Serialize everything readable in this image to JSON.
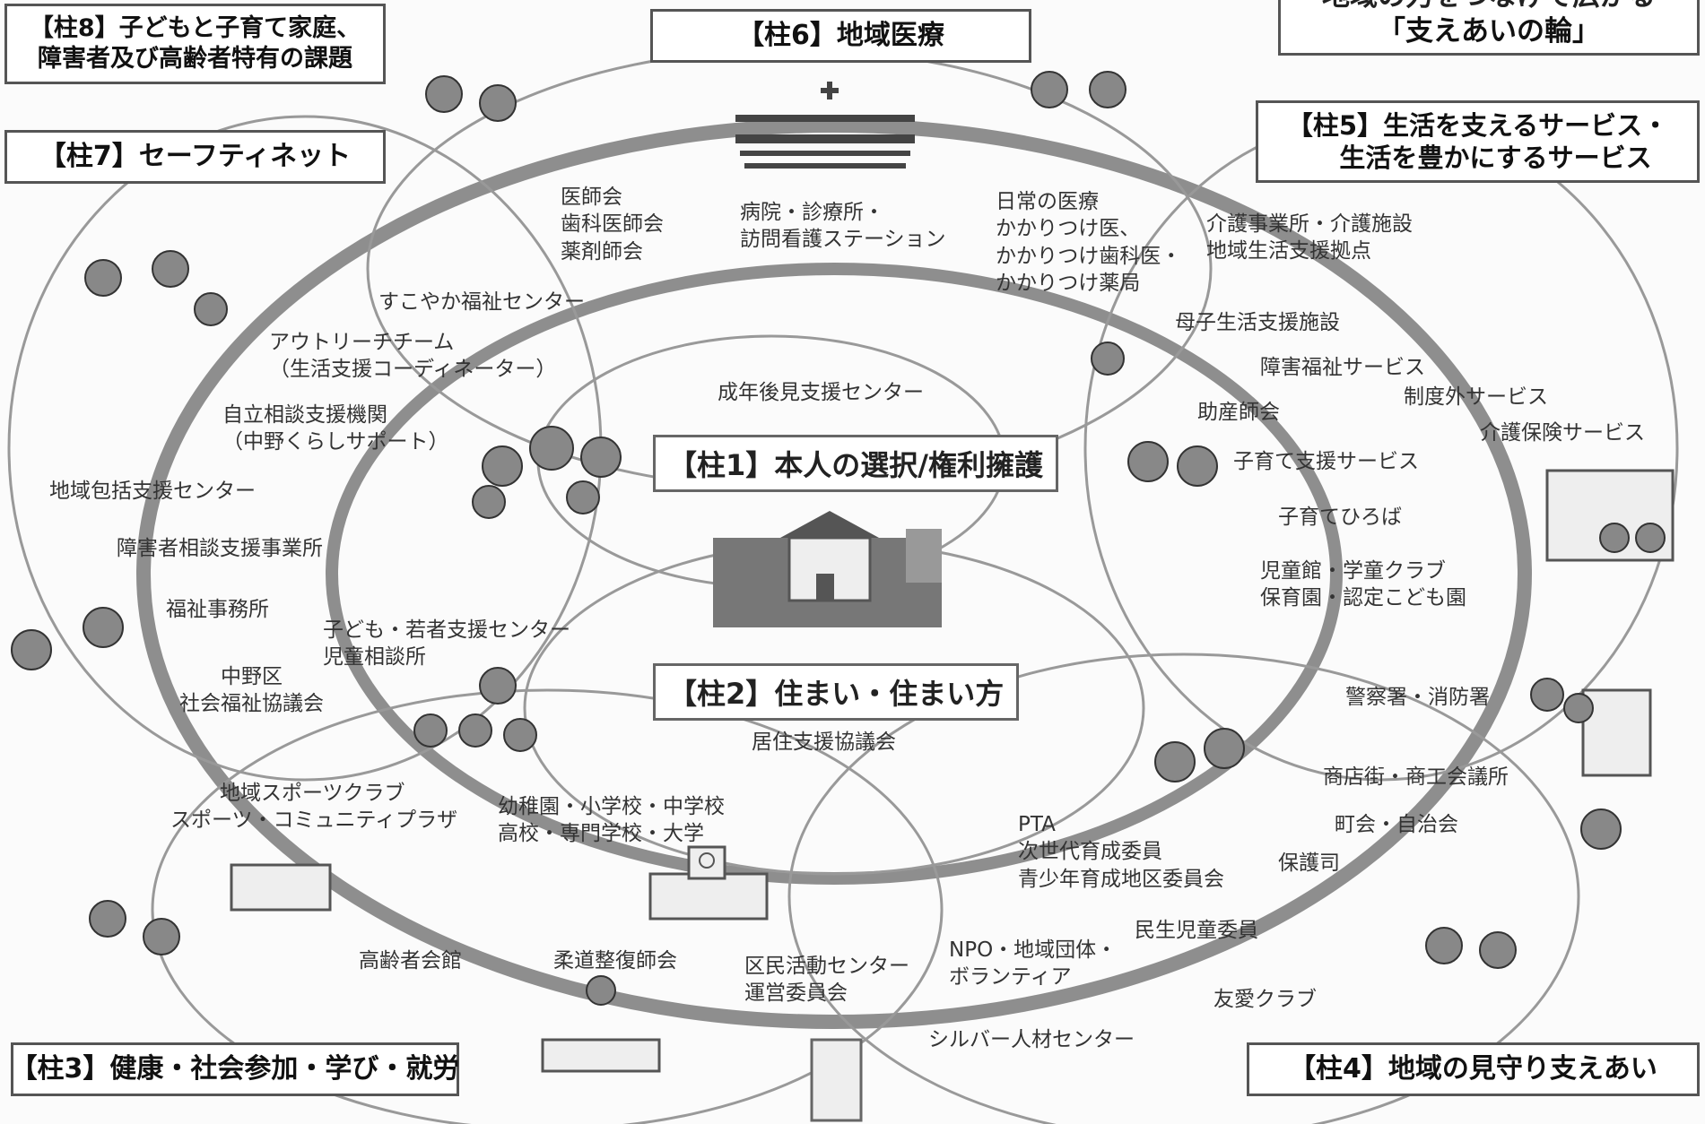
{
  "slogan": {
    "line1": "地域の力をつなげて広がる",
    "line2": "「支えあいの輪」"
  },
  "pillars": [
    {
      "id": "p8",
      "lines": [
        "【柱8】子どもと子育て家庭、",
        "障害者及び高齢者特有の課題"
      ]
    },
    {
      "id": "p6",
      "lines": [
        "【柱6】地域医療"
      ]
    },
    {
      "id": "p7",
      "lines": [
        "【柱7】セーフティネット"
      ]
    },
    {
      "id": "p5",
      "lines": [
        "【柱5】生活を支えるサービス・",
        "生活を豊かにするサービス"
      ]
    },
    {
      "id": "p1",
      "lines": [
        "【柱1】本人の選択/権利擁護"
      ]
    },
    {
      "id": "p2",
      "lines": [
        "【柱2】住まい・住まい方"
      ]
    },
    {
      "id": "p3",
      "lines": [
        "【柱3】健康・社会参加・学び・就労"
      ]
    },
    {
      "id": "p4",
      "lines": [
        "【柱4】地域の見守り支えあい"
      ]
    }
  ],
  "organizations": [
    {
      "lines": [
        "医師会",
        "歯科医師会",
        "薬剤師会"
      ]
    },
    {
      "lines": [
        "病院・診療所・",
        "訪問看護ステーション"
      ]
    },
    {
      "lines": [
        "日常の医療",
        "かかりつけ医、",
        "かかりつけ歯科医・",
        "かかりつけ薬局"
      ]
    },
    {
      "lines": [
        "介護事業所・介護施設",
        "地域生活支援拠点"
      ]
    },
    {
      "lines": [
        "すこやか福祉センター"
      ]
    },
    {
      "lines": [
        "アウトリーチチーム",
        "（生活支援コーディネーター）"
      ]
    },
    {
      "lines": [
        "自立相談支援機関",
        "（中野くらしサポート）"
      ]
    },
    {
      "lines": [
        "地域包括支援センター"
      ]
    },
    {
      "lines": [
        "障害者相談支援事業所"
      ]
    },
    {
      "lines": [
        "福祉事務所"
      ]
    },
    {
      "lines": [
        "子ども・若者支援センター",
        "児童相談所"
      ]
    },
    {
      "lines": [
        "中野区",
        "社会福祉協議会"
      ]
    },
    {
      "lines": [
        "成年後見支援センター"
      ]
    },
    {
      "lines": [
        "母子生活支援施設"
      ]
    },
    {
      "lines": [
        "障害福祉サービス"
      ]
    },
    {
      "lines": [
        "制度外サービス"
      ]
    },
    {
      "lines": [
        "助産師会"
      ]
    },
    {
      "lines": [
        "介護保険サービス"
      ]
    },
    {
      "lines": [
        "子育て支援サービス"
      ]
    },
    {
      "lines": [
        "子育てひろば"
      ]
    },
    {
      "lines": [
        "児童館・学童クラブ",
        "保育園・認定こども園"
      ]
    },
    {
      "lines": [
        "警察署・消防署"
      ]
    },
    {
      "lines": [
        "居住支援協議会"
      ]
    },
    {
      "lines": [
        "商店街・商工会議所"
      ]
    },
    {
      "lines": [
        "町会・自治会"
      ]
    },
    {
      "lines": [
        "地域スポーツクラブ",
        "スポーツ・コミュニティプラザ"
      ]
    },
    {
      "lines": [
        "幼稚園・小学校・中学校",
        "高校・専門学校・大学"
      ]
    },
    {
      "lines": [
        "PTA",
        "次世代育成委員",
        "青少年育成地区委員会"
      ]
    },
    {
      "lines": [
        "保護司"
      ]
    },
    {
      "lines": [
        "民生児童委員"
      ]
    },
    {
      "lines": [
        "高齢者会館"
      ]
    },
    {
      "lines": [
        "柔道整復師会"
      ]
    },
    {
      "lines": [
        "区民活動センター",
        "運営委員会"
      ]
    },
    {
      "lines": [
        "NPO・地域団体・",
        "ボランティア"
      ]
    },
    {
      "lines": [
        "友愛クラブ"
      ]
    },
    {
      "lines": [
        "シルバー人材センター"
      ]
    }
  ]
}
